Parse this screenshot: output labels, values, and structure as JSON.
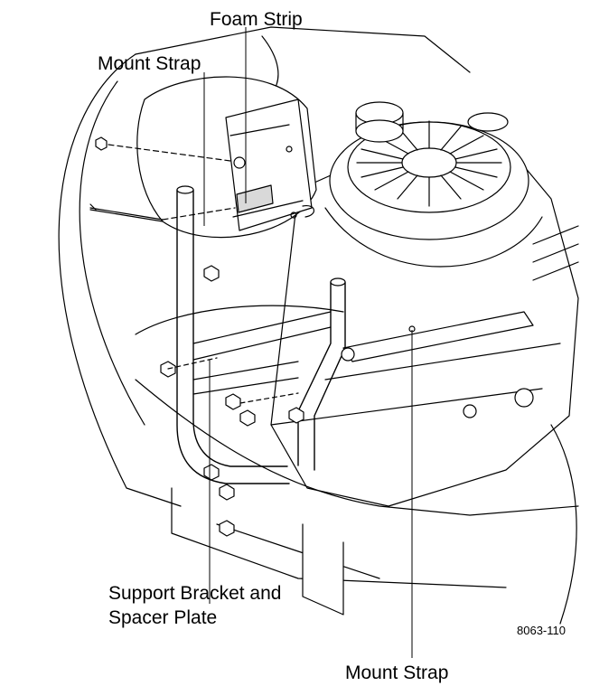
{
  "labels": {
    "foam_strip": "Foam Strip",
    "mount_strap_top": "Mount Strap",
    "support_bracket_line1": "Support Bracket and",
    "support_bracket_line2": "Spacer Plate",
    "mount_strap_bottom": "Mount Strap"
  },
  "figure_id": "8063-110",
  "colors": {
    "line": "#000000",
    "fill": "#ffffff",
    "label_tab": "#d9d9d9"
  }
}
